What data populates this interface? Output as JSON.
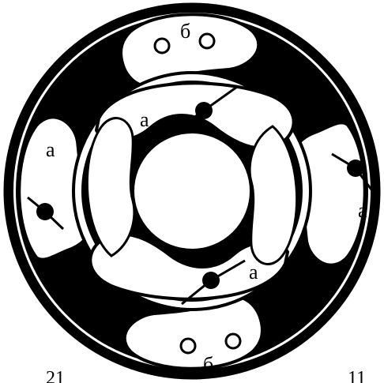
{
  "diagram": {
    "labels": {
      "a_left": "а",
      "a_top_inner": "а",
      "a_right": "а",
      "a_bottom_inner": "а",
      "b_top": "б",
      "b_bottom": "б",
      "num_left": "21",
      "num_right": "11"
    },
    "colors": {
      "ink": "#000000",
      "paper": "#ffffff"
    }
  }
}
